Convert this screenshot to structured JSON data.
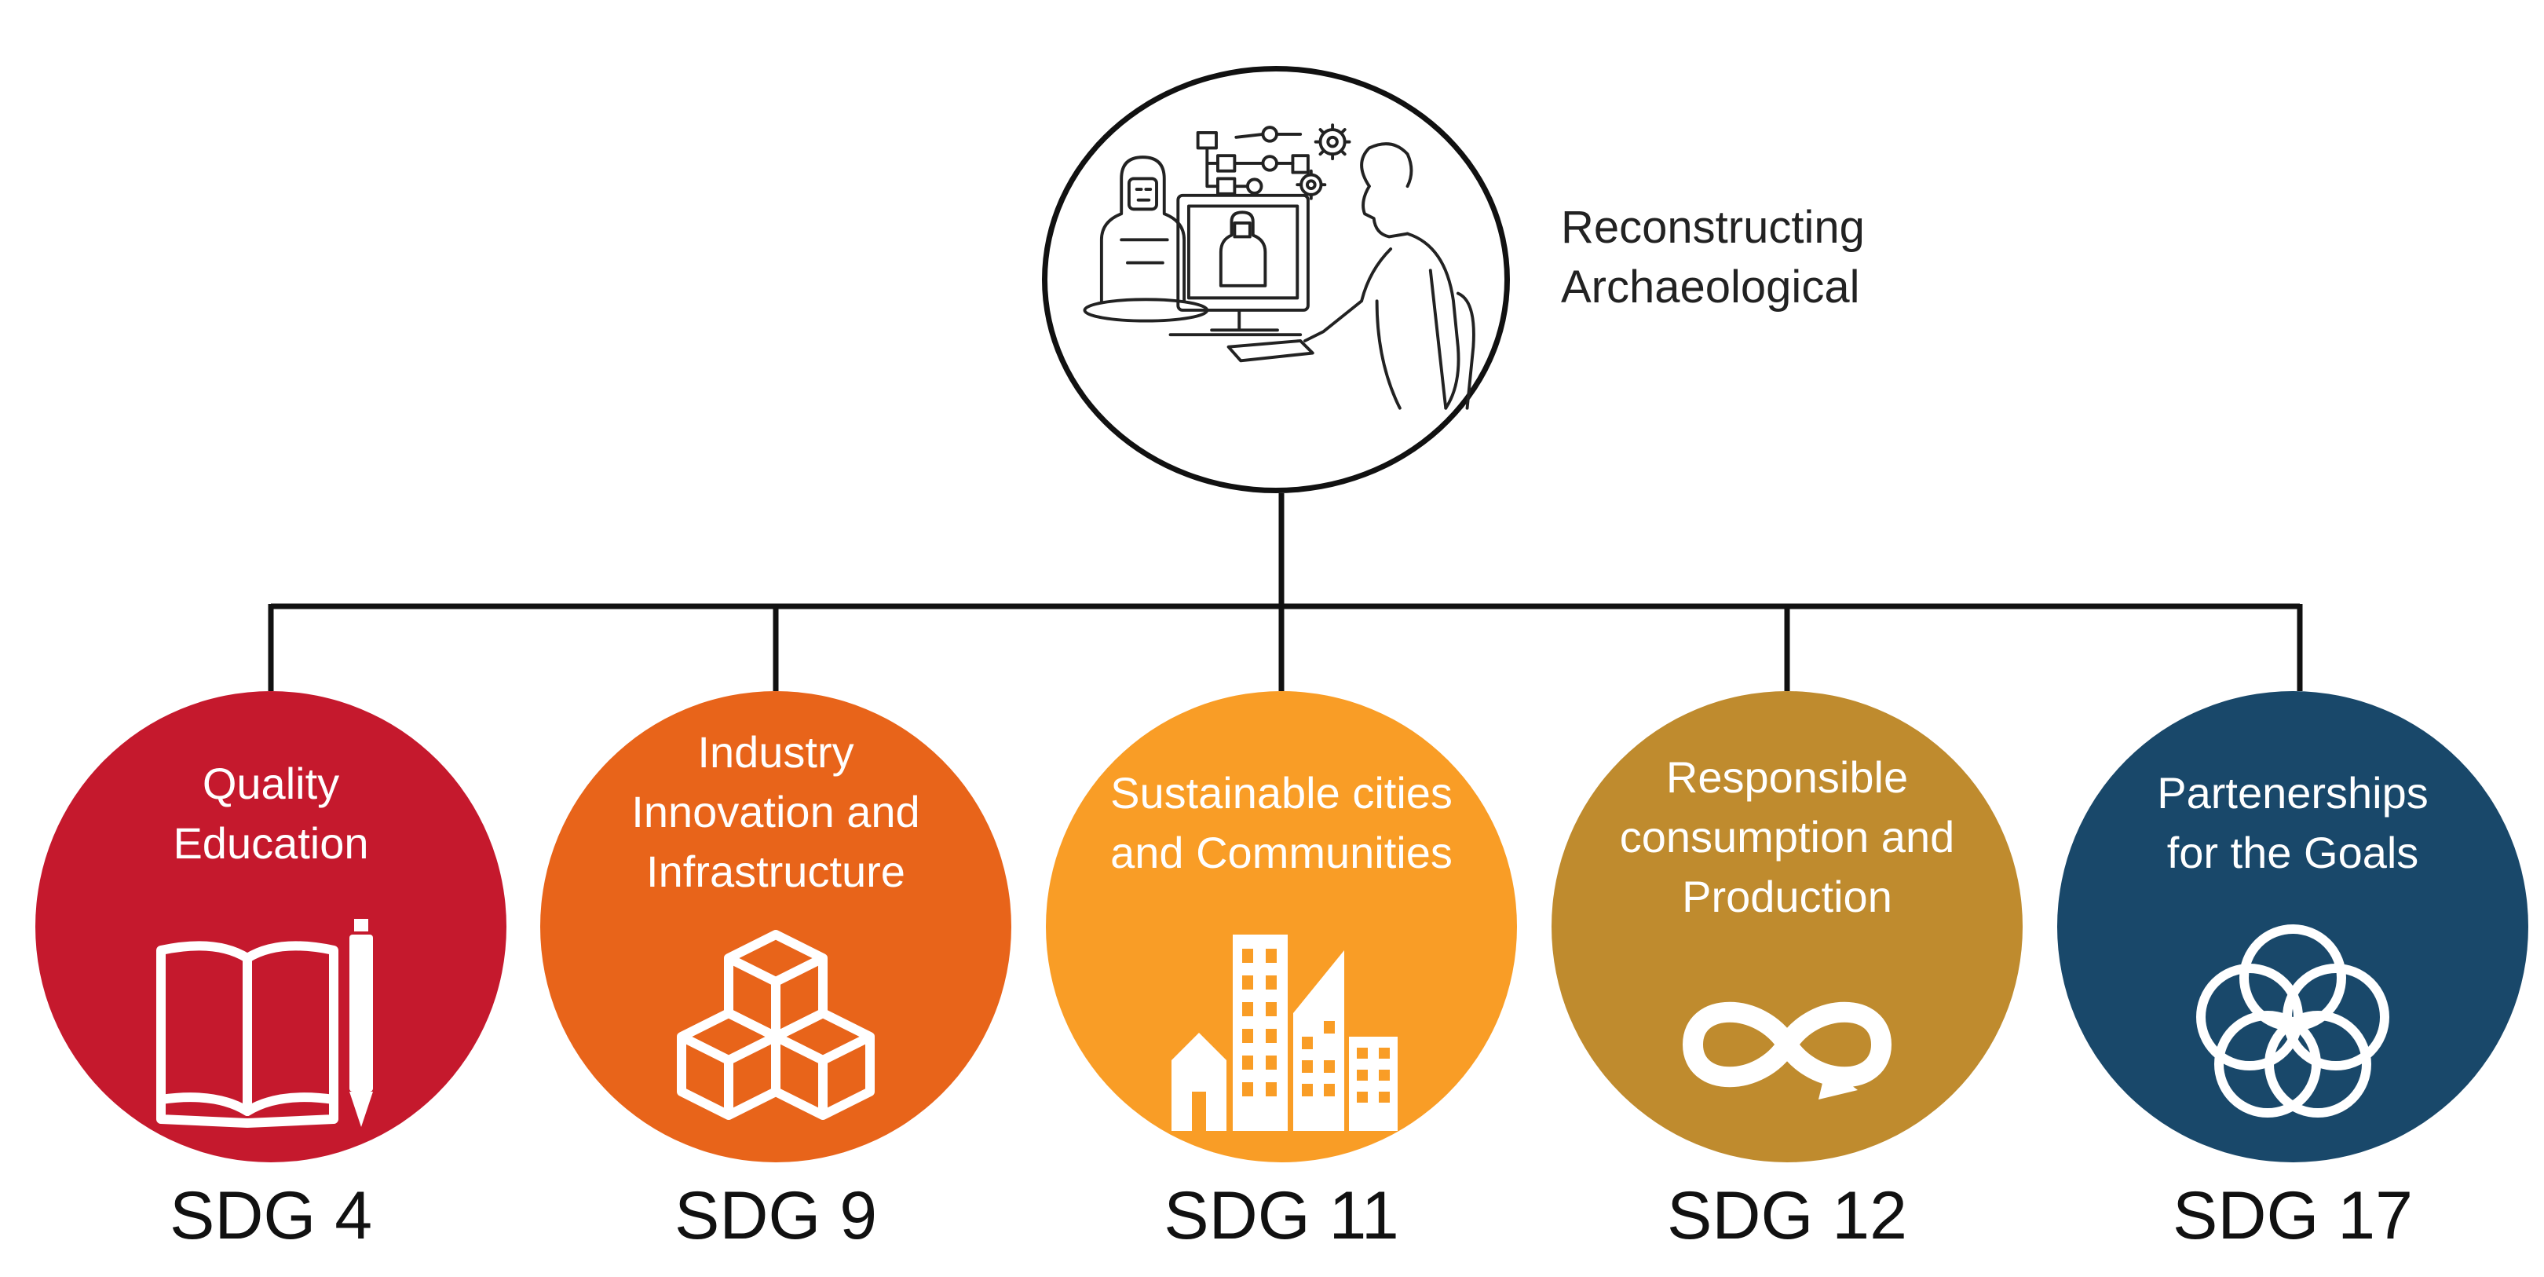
{
  "root": {
    "label_line1": "Reconstructing",
    "label_line2": "Archaeological"
  },
  "goals": [
    {
      "title": [
        "Quality",
        "Education"
      ],
      "code": "SDG 4",
      "color": "#C5192D",
      "icon": "book-pencil-icon"
    },
    {
      "title": [
        "Industry",
        "Innovation and",
        "Infrastructure"
      ],
      "code": "SDG 9",
      "color": "#E8641A",
      "icon": "cubes-icon"
    },
    {
      "title": [
        "Sustainable cities",
        "and Communities"
      ],
      "code": "SDG 11",
      "color": "#F99D26",
      "icon": "city-buildings-icon"
    },
    {
      "title": [
        "Responsible",
        "consumption and",
        "Production"
      ],
      "code": "SDG 12",
      "color": "#BF8B2E",
      "icon": "infinity-loop-icon"
    },
    {
      "title": [
        "Partenerships",
        "for the Goals"
      ],
      "code": "SDG 17",
      "color": "#19486A",
      "icon": "interlocking-rings-icon"
    }
  ]
}
